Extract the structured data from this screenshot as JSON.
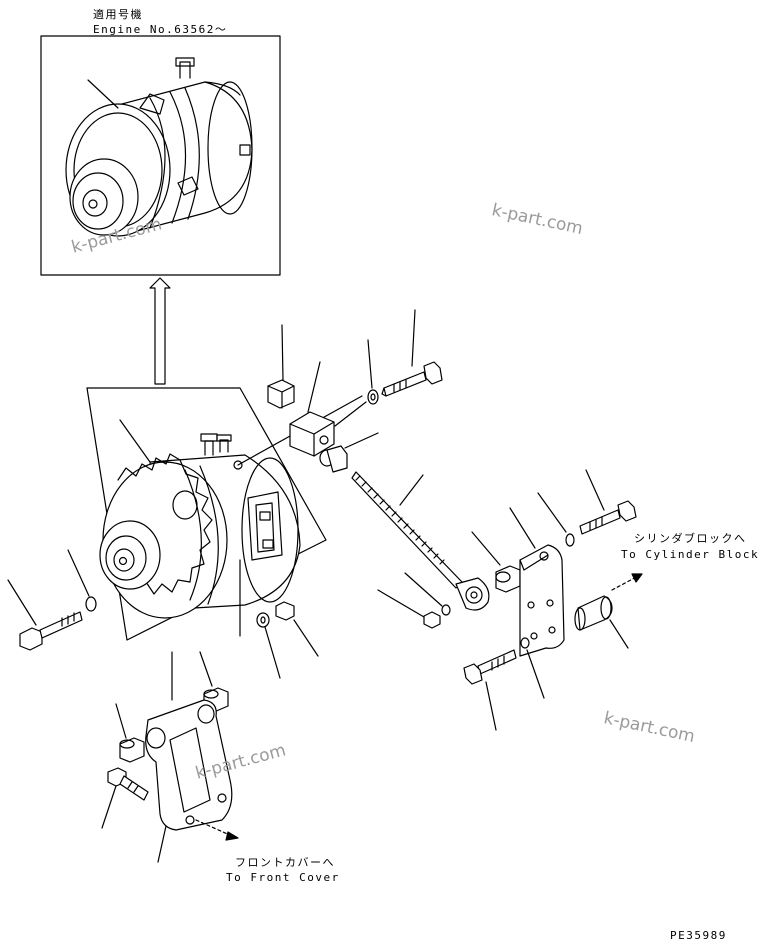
{
  "inset": {
    "title_ja": "適用号機",
    "title_en": "Engine No.63562～"
  },
  "callouts": {
    "cylinder_block_ja": "シリンダブロックへ",
    "cylinder_block_en": "To Cylinder Block",
    "front_cover_ja": "フロントカバーへ",
    "front_cover_en": "To Front Cover"
  },
  "watermarks": [
    "k-part.com",
    "k-part.com",
    "k-part.com",
    "k-part.com"
  ],
  "page_code": "PE35989"
}
